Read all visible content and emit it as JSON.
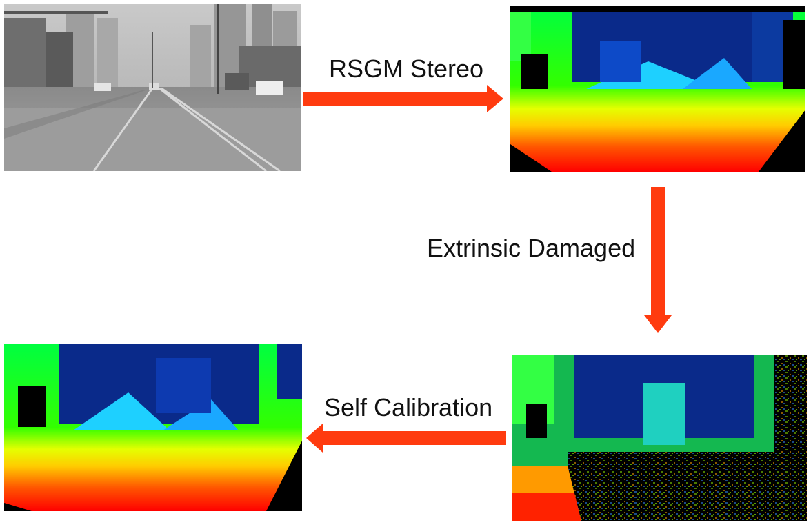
{
  "diagram": {
    "steps": [
      {
        "id": "source",
        "image": "grayscale-street-photo"
      },
      {
        "id": "rsgm_output",
        "image": "disparity-map-clean"
      },
      {
        "id": "damaged_output",
        "image": "disparity-map-noisy"
      },
      {
        "id": "calibrated_output",
        "image": "disparity-map-recovered"
      }
    ],
    "edges": [
      {
        "from": "source",
        "to": "rsgm_output",
        "label": "RSGM Stereo",
        "direction": "right"
      },
      {
        "from": "rsgm_output",
        "to": "damaged_output",
        "label": "Extrinsic Damaged",
        "direction": "down"
      },
      {
        "from": "damaged_output",
        "to": "calibrated_output",
        "label": "Self Calibration",
        "direction": "left"
      }
    ],
    "colors": {
      "arrow": "#ff3b0f",
      "near": "#ff0000",
      "mid": "#00ff40",
      "far": "#0a2a8a",
      "invalid": "#000000",
      "text": "#111111"
    }
  }
}
